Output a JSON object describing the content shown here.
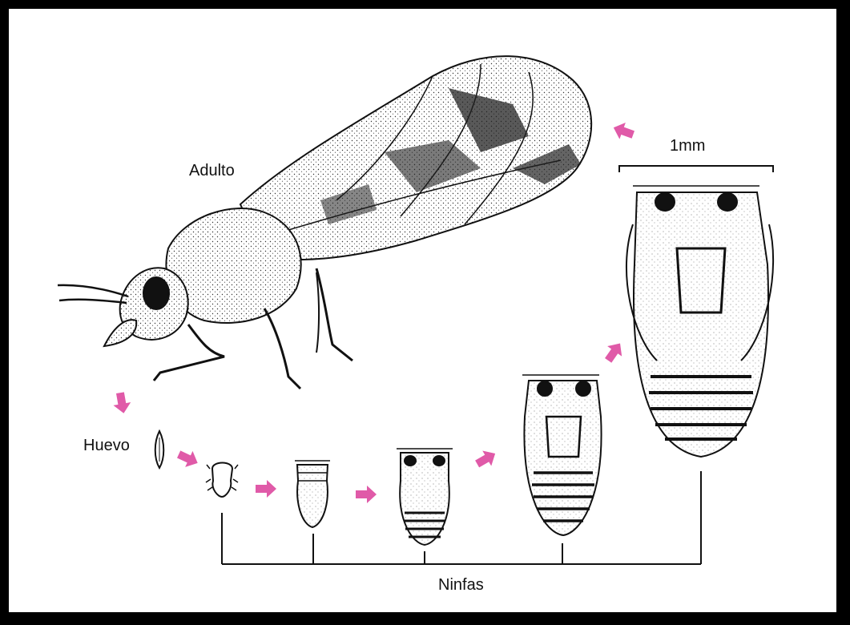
{
  "labels": {
    "adult": "Adulto",
    "egg": "Huevo",
    "nymphs": "Ninfas",
    "scale": "1mm"
  },
  "colors": {
    "arrow": "#e05aa8",
    "ink": "#111111",
    "background": "#ffffff",
    "border": "#000000"
  }
}
